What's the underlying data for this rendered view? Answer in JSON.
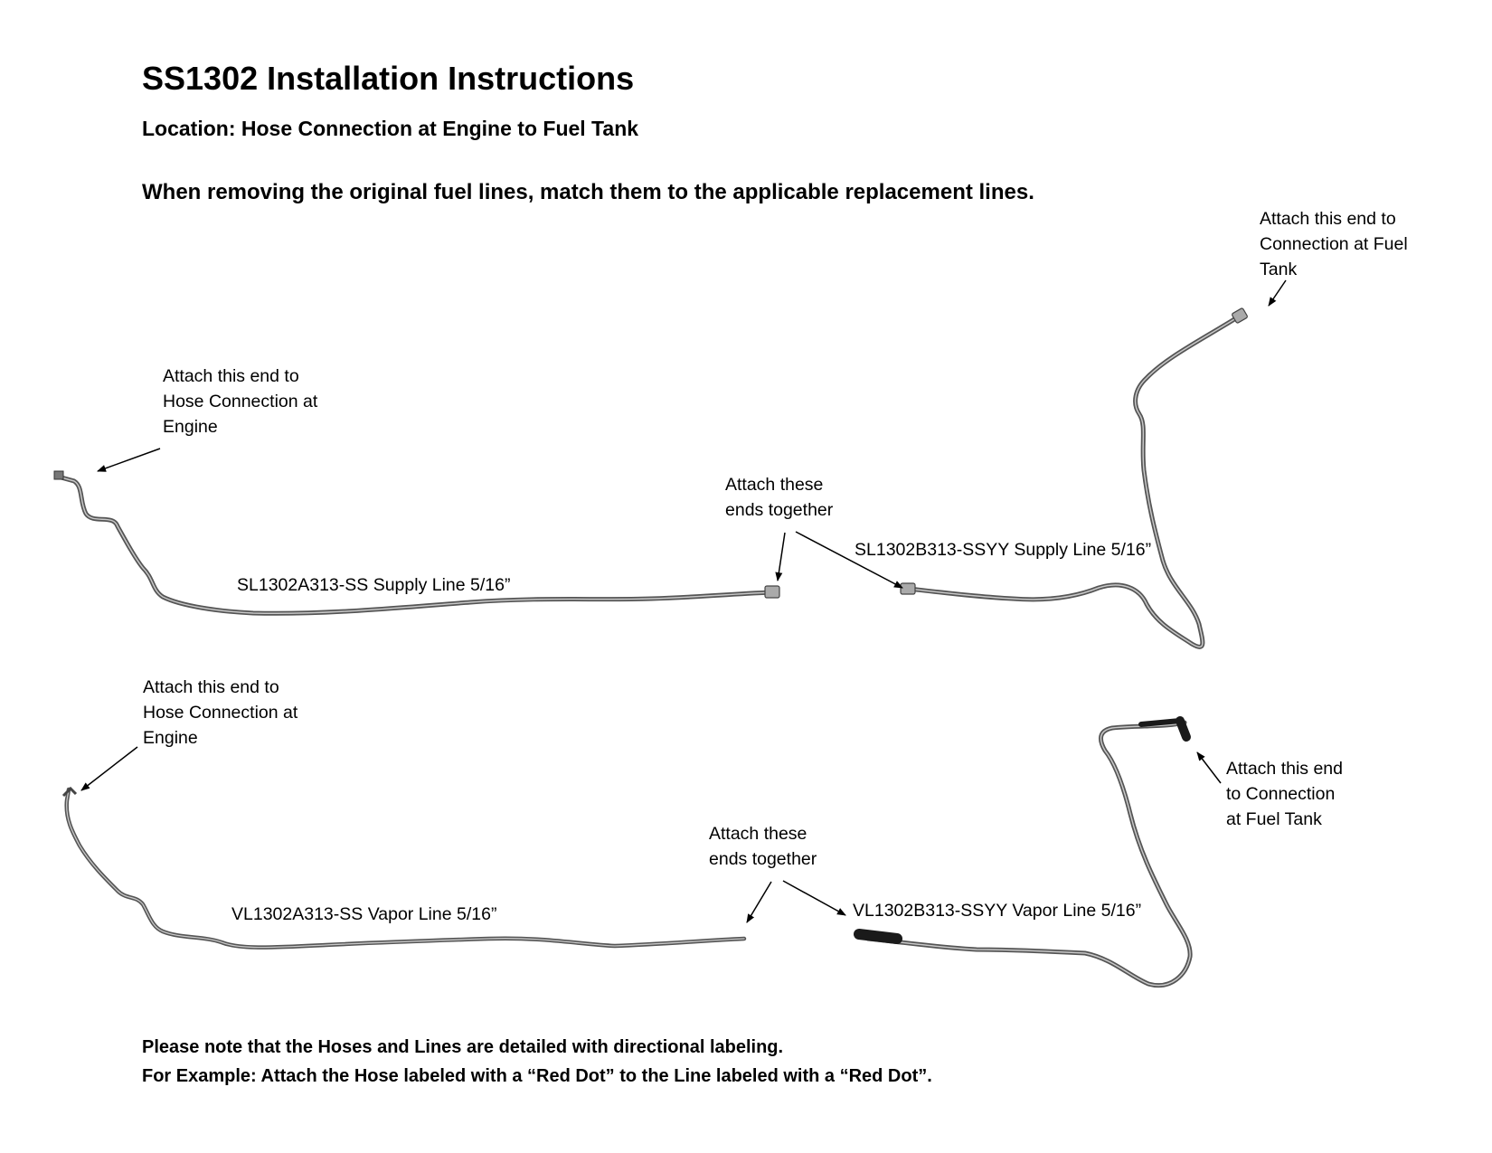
{
  "header": {
    "title": "SS1302 Installation Instructions",
    "location": "Location: Hose Connection at Engine to Fuel Tank",
    "intro": "When removing the original fuel lines, match them to the applicable replacement lines."
  },
  "supply": {
    "engine_note": "Attach this end to\nHose Connection at\nEngine",
    "join_note": "Attach these\nends together",
    "tank_note": "Attach this end to\nConnection at Fuel\nTank",
    "line_a_label": "SL1302A313-SS Supply Line 5/16”",
    "line_b_label": "SL1302B313-SSYY Supply Line 5/16”"
  },
  "vapor": {
    "engine_note": "Attach this end to\nHose Connection at\nEngine",
    "join_note": "Attach these\nends together",
    "tank_note": "Attach this end\nto Connection\nat Fuel Tank",
    "line_a_label": "VL1302A313-SS Vapor Line 5/16”",
    "line_b_label": "VL1302B313-SSYY Vapor Line 5/16”"
  },
  "footer": {
    "line1": "Please note that the Hoses and Lines are detailed with directional labeling.",
    "line2": "For Example: Attach the Hose labeled with a “Red Dot” to the Line labeled with a “Red Dot”."
  },
  "colors": {
    "tube_dark": "#555555",
    "tube_light": "#bbbbbb",
    "hose": "#1a1a1a"
  }
}
